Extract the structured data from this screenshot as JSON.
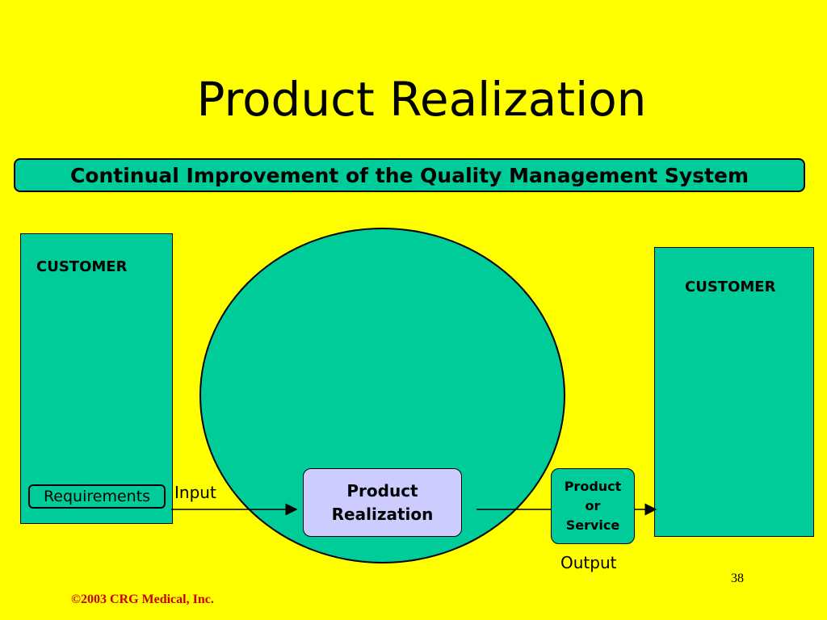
{
  "title": "Product Realization",
  "banner": "Continual Improvement of the Quality Management System",
  "left_customer": {
    "label": "CUSTOMER",
    "requirements": "Requirements"
  },
  "right_customer": {
    "label": "CUSTOMER"
  },
  "process": {
    "label": "Product\nRealization"
  },
  "output_box": {
    "label": "Product\nor\nService"
  },
  "flow": {
    "input_label": "Input",
    "output_label": "Output"
  },
  "footer": {
    "page_number": "38",
    "copyright": "©2003 CRG Medical, Inc."
  },
  "colors": {
    "background": "#FFFF00",
    "shape_fill": "#00CC99",
    "process_fill": "#CCCCFF",
    "copyright_text": "#CC0000"
  }
}
